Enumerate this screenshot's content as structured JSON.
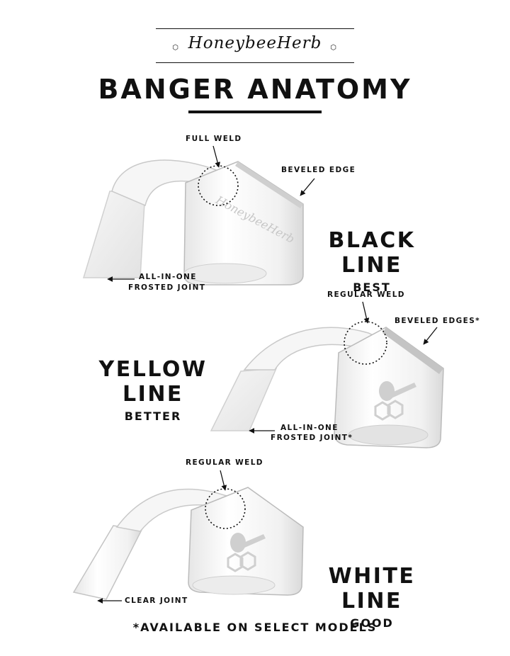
{
  "header": {
    "brand": "HoneybeeHerb",
    "title": "BANGER ANATOMY"
  },
  "bangers": [
    {
      "line": "BLACK LINE",
      "rating": "BEST",
      "labels": {
        "weld": "FULL WELD",
        "edge": "BEVELED EDGE",
        "joint_line1": "ALL-IN-ONE",
        "joint_line2": "FROSTED JOINT"
      },
      "engraving": "HoneybeeHerb"
    },
    {
      "line": "YELLOW LINE",
      "rating": "BETTER",
      "labels": {
        "weld": "REGULAR WELD",
        "edge": "BEVELED EDGES*",
        "joint_line1": "ALL-IN-ONE",
        "joint_line2": "FROSTED JOINT*"
      }
    },
    {
      "line": "WHITE LINE",
      "rating": "GOOD",
      "labels": {
        "weld": "REGULAR WELD",
        "joint": "CLEAR JOINT"
      }
    }
  ],
  "footer": {
    "note": "*AVAILABLE ON SELECT MODELS"
  }
}
